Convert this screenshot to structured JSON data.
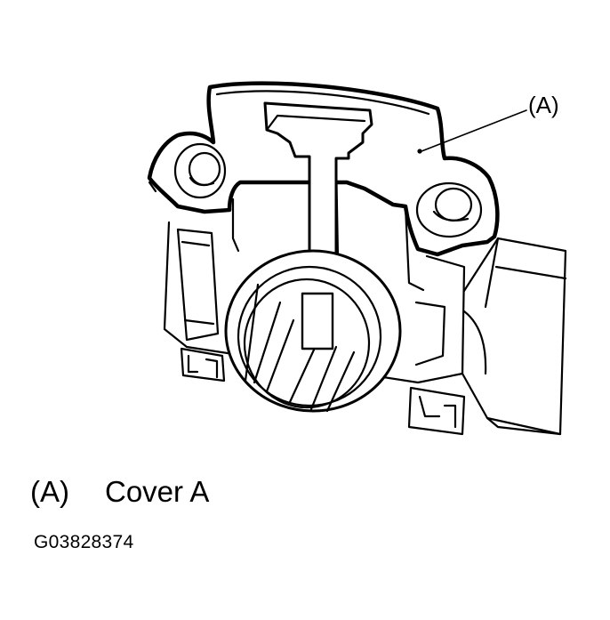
{
  "diagram": {
    "callout_label": "(A)",
    "legend": [
      {
        "key": "(A)",
        "text": "Cover A"
      }
    ],
    "figure_id": "G03828374"
  }
}
